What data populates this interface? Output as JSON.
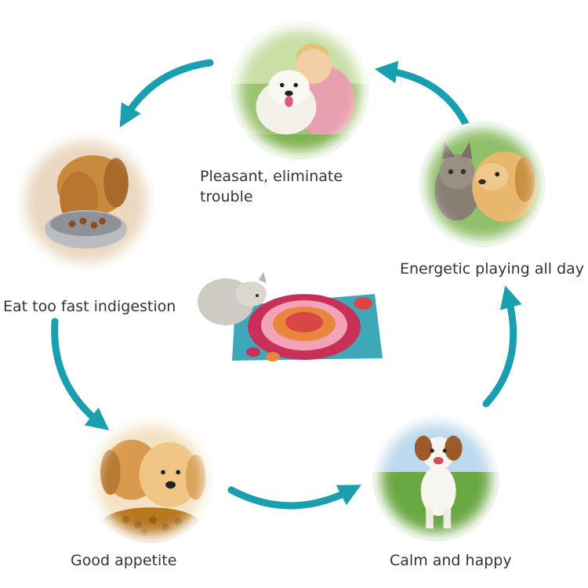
{
  "accent_color": "#1a9fb0",
  "steps": [
    {
      "id": "pleasant",
      "label_line1": "Pleasant, eliminate",
      "label_line2": "trouble",
      "photo": "girl-hugging-dog"
    },
    {
      "id": "energetic",
      "label": "Energetic playing all day",
      "photo": "kitten-and-puppy"
    },
    {
      "id": "calm",
      "label": "Calm and happy",
      "photo": "running-puppy"
    },
    {
      "id": "appetite",
      "label": "Good appetite",
      "photo": "puppies-eating-kibble"
    },
    {
      "id": "eat-fast",
      "label": "Eat too fast indigestion",
      "photo": "dog-eating-from-bowl"
    }
  ],
  "center": {
    "photo": "cat-on-snuffle-mat"
  }
}
